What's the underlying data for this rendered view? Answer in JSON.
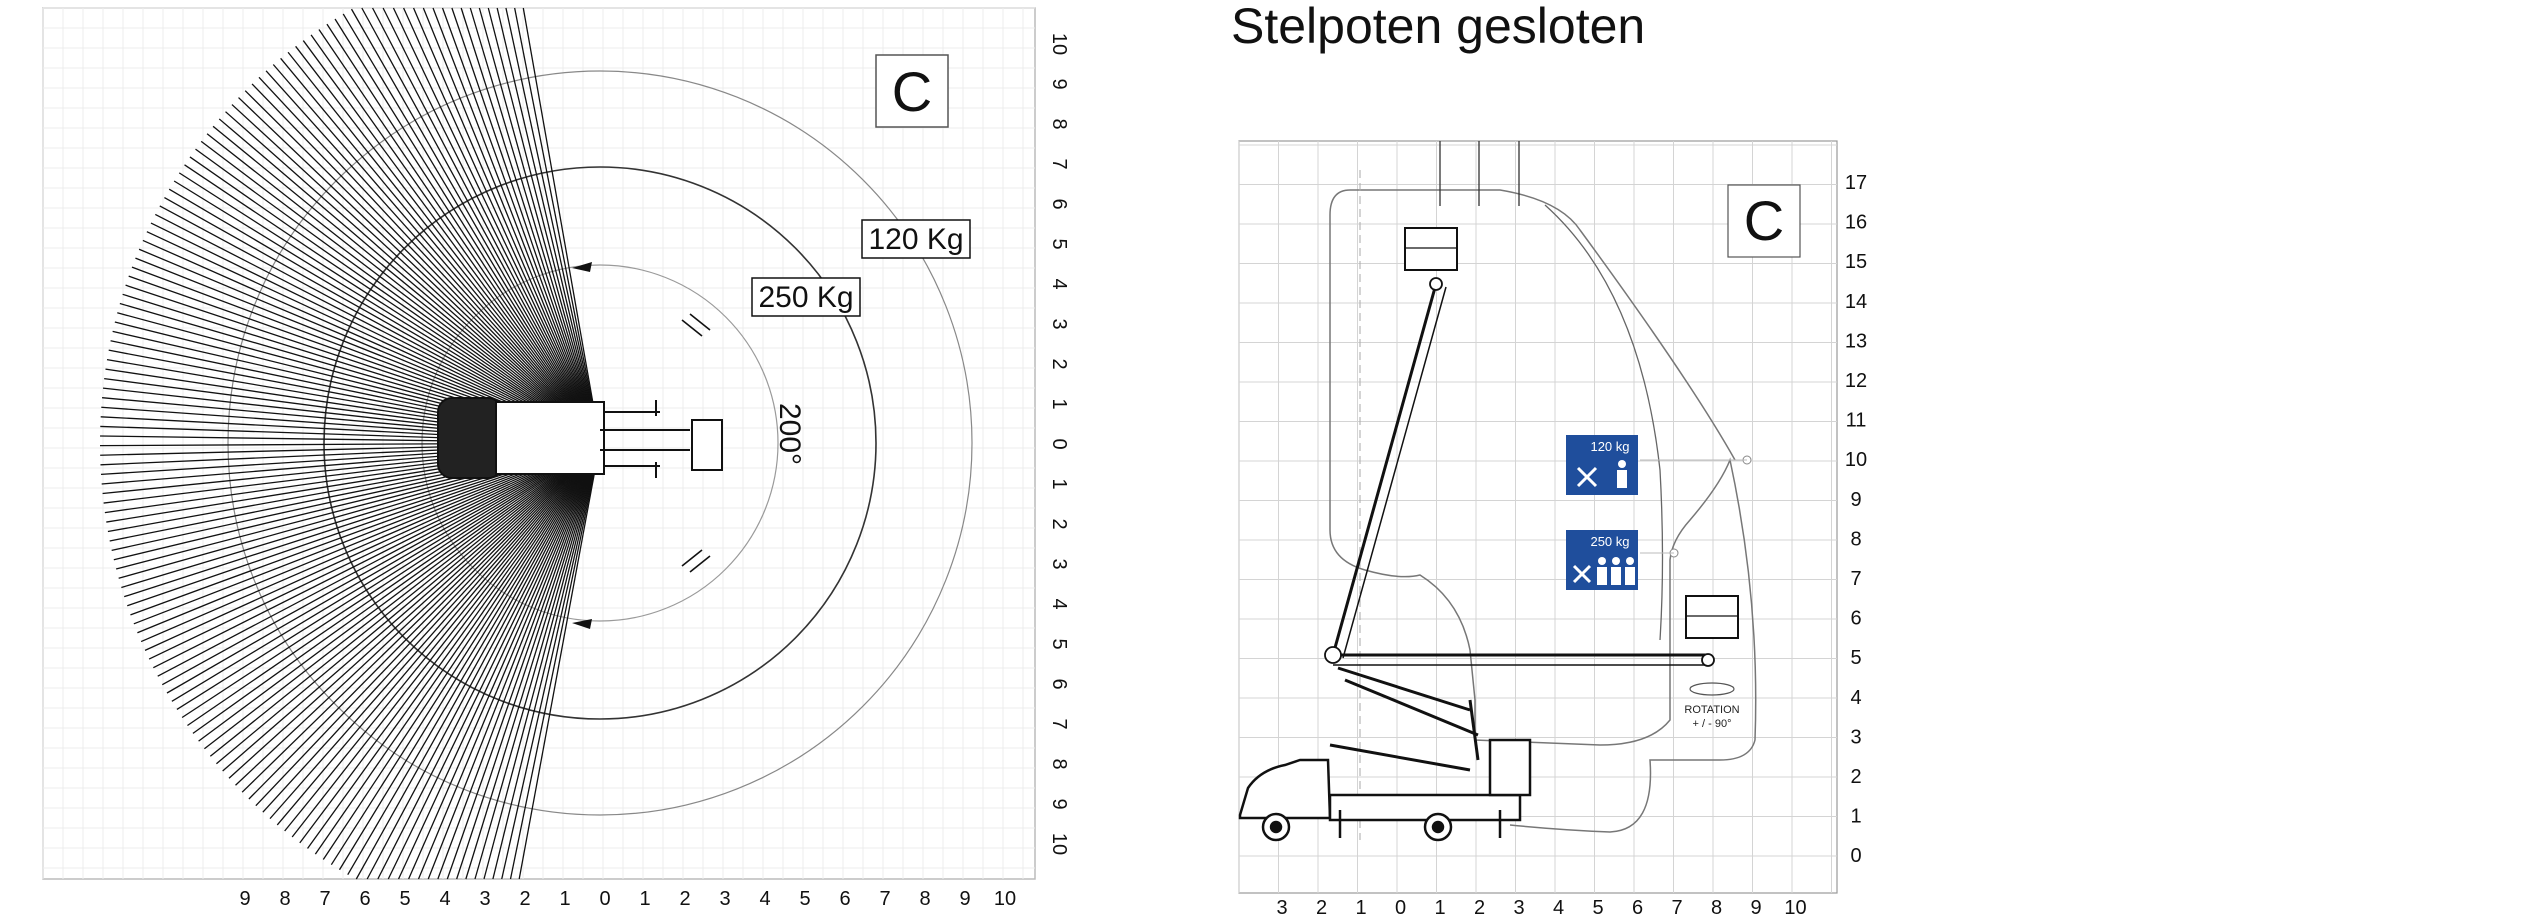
{
  "left_diagram": {
    "zone_letter": "C",
    "label_120": "120 Kg",
    "label_250": "250 Kg",
    "rotation_label": "200°",
    "x_ticks": [
      "9",
      "8",
      "7",
      "6",
      "5",
      "4",
      "3",
      "2",
      "1",
      "0",
      "1",
      "2",
      "3",
      "4",
      "5",
      "6",
      "7",
      "8",
      "9",
      "10"
    ],
    "y_ticks": [
      "10",
      "9",
      "8",
      "7",
      "6",
      "5",
      "4",
      "3",
      "2",
      "1",
      "0",
      "1",
      "2",
      "3",
      "4",
      "5",
      "6",
      "7",
      "8",
      "9",
      "10"
    ]
  },
  "right_diagram": {
    "title": "Stelpoten gesloten",
    "zone_letter": "C",
    "badge_120": "120 kg",
    "badge_250": "250 kg",
    "rotation_text": "ROTATION",
    "rotation_range": "+ / - 90°",
    "x_ticks": [
      "3",
      "2",
      "1",
      "0",
      "1",
      "2",
      "3",
      "4",
      "5",
      "6",
      "7",
      "8",
      "9",
      "10"
    ],
    "y_ticks": [
      "17",
      "16",
      "15",
      "14",
      "13",
      "12",
      "11",
      "10",
      "9",
      "8",
      "7",
      "6",
      "5",
      "4",
      "3",
      "2",
      "1",
      "0"
    ]
  },
  "colors": {
    "badge_blue": "#1f4e9c",
    "grid": "#cfcfcf",
    "ink": "#111111"
  }
}
